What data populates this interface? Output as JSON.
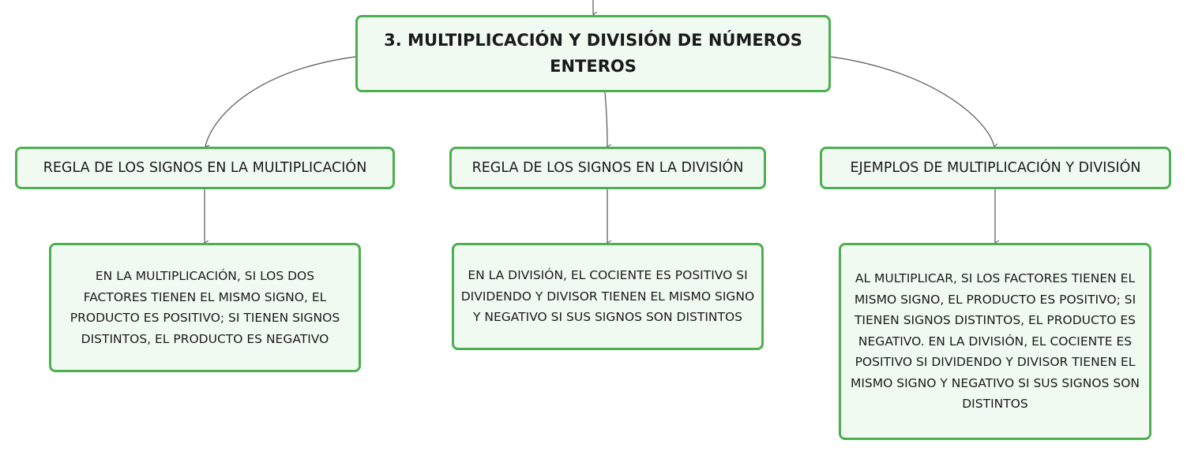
{
  "root": {
    "title": "3. MULTIPLICACIÓN Y DIVISIÓN DE NÚMEROS ENTEROS"
  },
  "branches": [
    {
      "label": "REGLA DE LOS SIGNOS EN LA MULTIPLICACIÓN",
      "detail": "EN LA MULTIPLICACIÓN, SI LOS DOS FACTORES TIENEN EL MISMO SIGNO, EL PRODUCTO ES POSITIVO; SI TIENEN SIGNOS DISTINTOS, EL PRODUCTO ES NEGATIVO"
    },
    {
      "label": "REGLA DE LOS SIGNOS EN LA DIVISIÓN",
      "detail": "EN LA DIVISIÓN, EL COCIENTE ES POSITIVO SI DIVIDENDO Y DIVISOR TIENEN EL MISMO SIGNO Y NEGATIVO SI SUS SIGNOS SON DISTINTOS"
    },
    {
      "label": "EJEMPLOS DE MULTIPLICACIÓN Y DIVISIÓN",
      "detail": "AL MULTIPLICAR, SI LOS FACTORES TIENEN EL MISMO SIGNO, EL PRODUCTO ES POSITIVO; SI TIENEN SIGNOS DISTINTOS, EL PRODUCTO ES NEGATIVO. EN LA DIVISIÓN, EL COCIENTE ES POSITIVO SI DIVIDENDO Y DIVISOR TIENEN EL MISMO SIGNO Y NEGATIVO SI SUS SIGNOS SON DISTINTOS"
    }
  ],
  "colors": {
    "node_border": "#4caf50",
    "node_fill": "#f1faf1",
    "connector": "#555555"
  }
}
